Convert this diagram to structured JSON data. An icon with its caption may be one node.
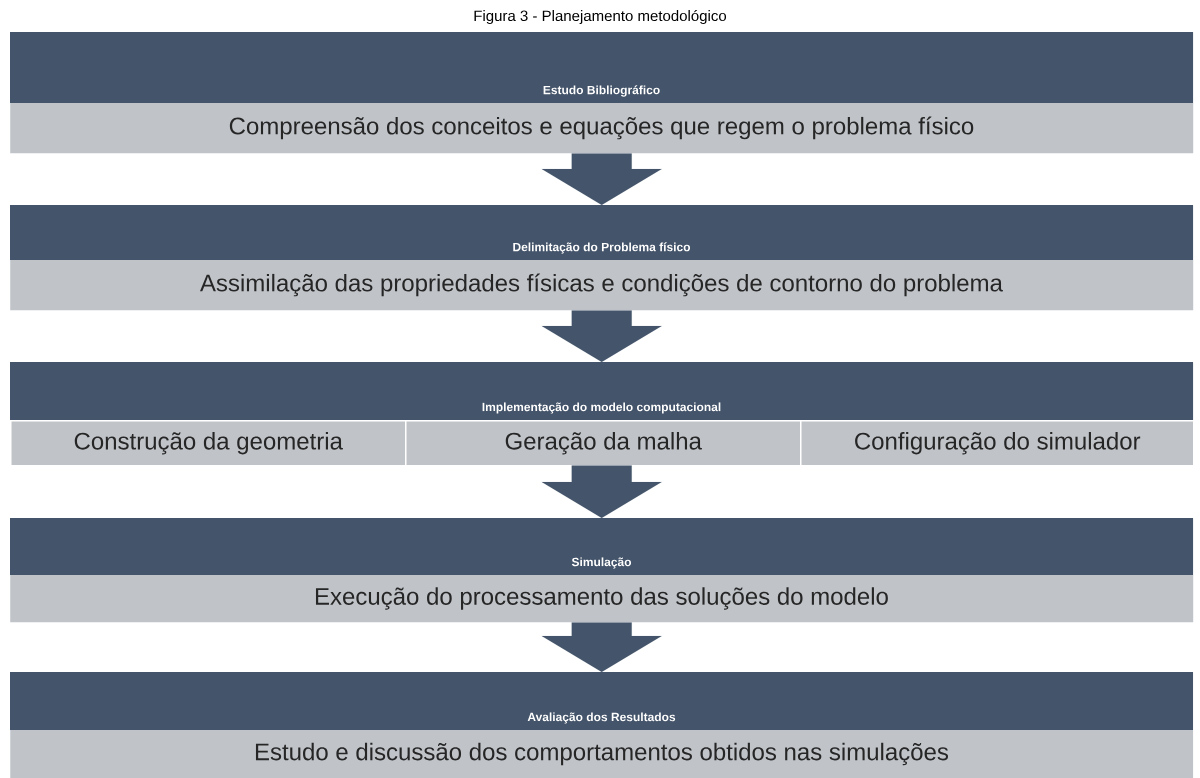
{
  "diagram": {
    "title": "Figura 3 - Planejamento metodológico",
    "nodes": [
      {
        "text": [
          "Estudo Bibliográfico",
          "Compreensão dos conceitos e equações que regem o problema físico"
        ]
      },
      {
        "text": [
          "Delimitação do Problema físico",
          "Assimilação das propriedades físicas e condições de contorno do problema"
        ]
      },
      {
        "text": [
          "Implementação do modelo computacional"
        ]
      },
      {
        "text": [
          "Construção da geometria"
        ],
        "in": 2
      },
      {
        "text": [
          "Geração da malha"
        ],
        "in": 2
      },
      {
        "text": [
          "Configuração do simulador"
        ],
        "in": 2
      },
      {
        "text": [
          "Simulação",
          "Execução do processamento das soluções do modelo"
        ]
      },
      {
        "text": [
          "Avaliação dos Resultados",
          "Estudo e discussão dos comportamentos obtidos nas simulações"
        ]
      }
    ],
    "edges": [
      {
        "from": 0,
        "to": 1,
        "arrow": "to"
      },
      {
        "from": 1,
        "to": 2,
        "arrow": "to"
      },
      {
        "from": 2,
        "to": 6,
        "arrow": "to"
      },
      {
        "from": 6,
        "to": 7,
        "arrow": "to"
      }
    ]
  }
}
